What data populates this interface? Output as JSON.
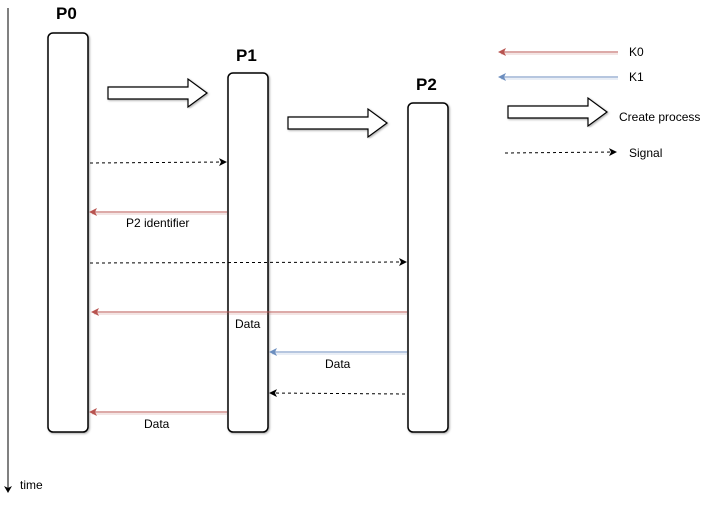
{
  "processes": {
    "p0": "P0",
    "p1": "P1",
    "p2": "P2"
  },
  "legend": {
    "k0": "K0",
    "k1": "K1",
    "create_process": "Create process",
    "signal": "Signal"
  },
  "messages": {
    "p2_identifier": "P2 identifier",
    "data_p2_p0": "Data",
    "data_p2_p1": "Data",
    "data_p1_p0": "Data"
  },
  "axis": {
    "time": "time"
  },
  "colors": {
    "k0": "#b85450",
    "k1": "#6c8ebf",
    "stroke": "#000000"
  }
}
